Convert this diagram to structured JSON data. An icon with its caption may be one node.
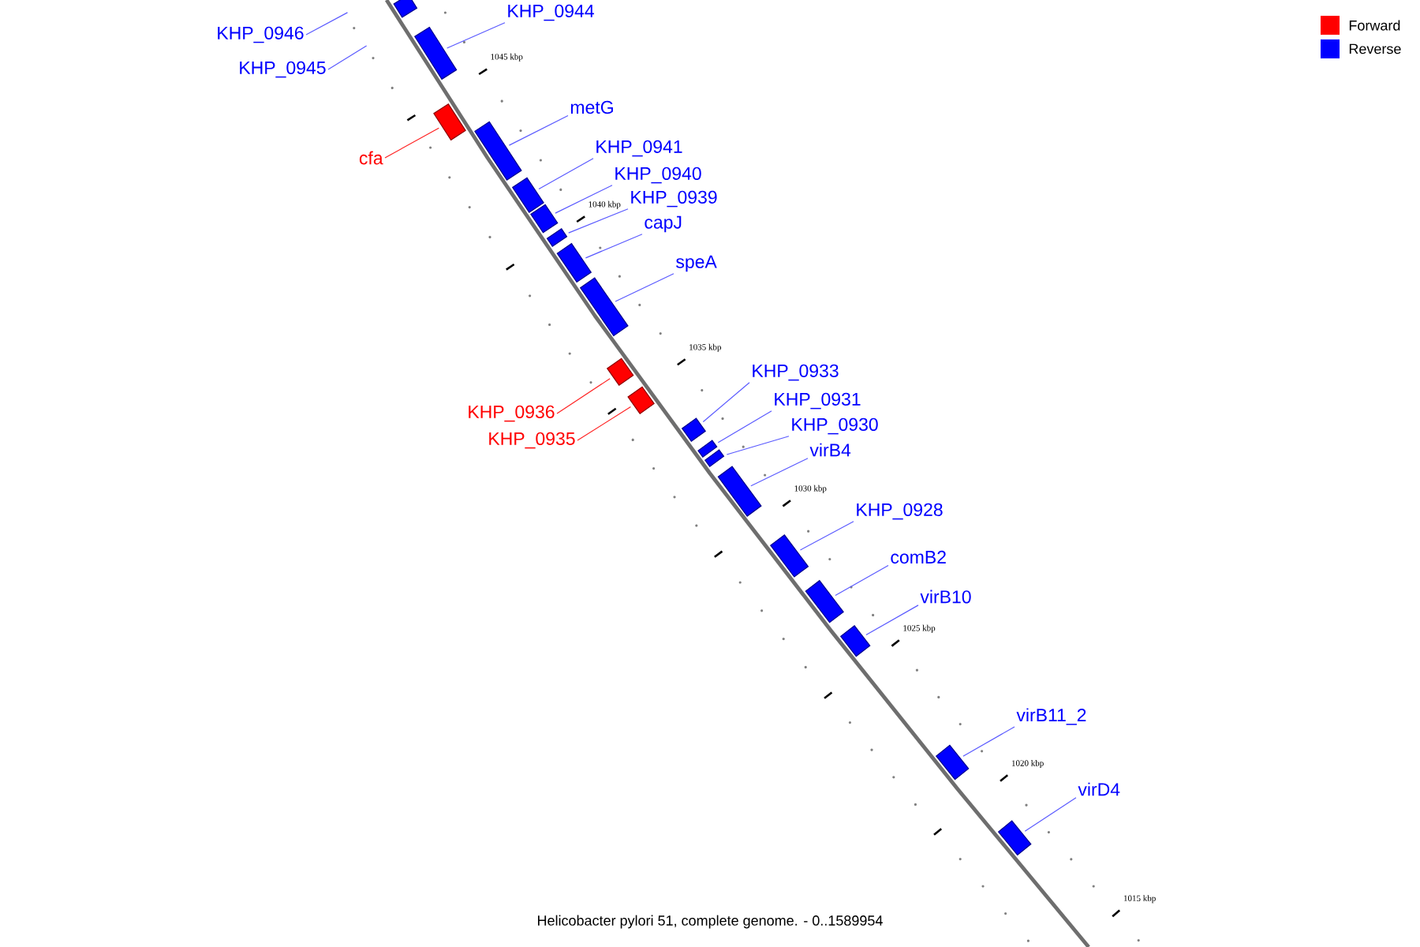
{
  "diagram": {
    "caption": "Helicobacter pylori 51, complete genome. - 0..1589954",
    "nodes": [
      {
        "text": [],
        "shape": "box"
      },
      {
        "text": [],
        "shape": "box"
      },
      {
        "text": [],
        "shape": "box"
      },
      {
        "text": [],
        "shape": "box"
      },
      {
        "text": [],
        "shape": "box"
      },
      {
        "text": [],
        "shape": "box"
      },
      {
        "text": [],
        "shape": "box"
      },
      {
        "text": [],
        "shape": "box"
      },
      {
        "text": [],
        "shape": "box"
      },
      {
        "text": [],
        "shape": "box"
      },
      {
        "text": [],
        "shape": "box"
      },
      {
        "text": [],
        "shape": "box"
      },
      {
        "text": [],
        "shape": "box"
      },
      {
        "text": [],
        "shape": "box"
      },
      {
        "text": [],
        "shape": "box"
      },
      {
        "text": [],
        "shape": "box"
      },
      {
        "text": [],
        "shape": "box"
      },
      {
        "text": [],
        "shape": "box"
      },
      {
        "text": [],
        "shape": "box"
      },
      {
        "text": [],
        "shape": "box"
      },
      {
        "text": [
          "KHP_0946"
        ]
      },
      {
        "text": [
          "KHP_0944"
        ]
      },
      {
        "text": [
          "KHP_0945"
        ]
      },
      {
        "text": [
          "metG"
        ]
      },
      {
        "text": [
          "cfa"
        ]
      },
      {
        "text": [
          "KHP_0941"
        ]
      },
      {
        "text": [
          "KHP_0940"
        ]
      },
      {
        "text": [
          "KHP_0939"
        ]
      },
      {
        "text": [
          "capJ"
        ]
      },
      {
        "text": [
          "speA"
        ]
      },
      {
        "text": [
          "KHP_0933"
        ]
      },
      {
        "text": [
          "KHP_0931"
        ]
      },
      {
        "text": [
          "KHP_0936"
        ]
      },
      {
        "text": [
          "KHP_0930"
        ]
      },
      {
        "text": [
          "KHP_0935"
        ]
      },
      {
        "text": [
          "virB4"
        ]
      },
      {
        "text": [
          "KHP_0928"
        ]
      },
      {
        "text": [
          "comB2"
        ]
      },
      {
        "text": [
          "virB10"
        ]
      },
      {
        "text": [
          "virB11_2"
        ]
      },
      {
        "text": [
          "virD4"
        ]
      }
    ],
    "edges": [
      {
        "from": 20,
        "to": null,
        "arrow": "none"
      },
      {
        "from": 21,
        "to": 1,
        "arrow": "none"
      },
      {
        "from": 22,
        "to": null,
        "arrow": "none"
      },
      {
        "from": 23,
        "to": 3,
        "arrow": "none"
      },
      {
        "from": 24,
        "to": 2,
        "arrow": "none",
        "color": "#ff2020"
      },
      {
        "from": 25,
        "to": 4,
        "arrow": "none"
      },
      {
        "from": 26,
        "to": 5,
        "arrow": "none"
      },
      {
        "from": 27,
        "to": 6,
        "arrow": "none"
      },
      {
        "from": 28,
        "to": 7,
        "arrow": "none"
      },
      {
        "from": 29,
        "to": 8,
        "arrow": "none"
      },
      {
        "from": 30,
        "to": 11,
        "arrow": "none"
      },
      {
        "from": 31,
        "to": 12,
        "arrow": "none"
      },
      {
        "from": 32,
        "to": 9,
        "arrow": "none",
        "color": "#ff2020"
      },
      {
        "from": 33,
        "to": 13,
        "arrow": "none"
      },
      {
        "from": 34,
        "to": 10,
        "arrow": "none",
        "color": "#ff2020"
      },
      {
        "from": 35,
        "to": 14,
        "arrow": "none"
      },
      {
        "from": 36,
        "to": 15,
        "arrow": "none"
      },
      {
        "from": 37,
        "to": 16,
        "arrow": "none"
      },
      {
        "from": 38,
        "to": 17,
        "arrow": "none"
      },
      {
        "from": 39,
        "to": 18,
        "arrow": "none"
      },
      {
        "from": 40,
        "to": 19,
        "arrow": "none"
      }
    ],
    "labels": [
      "1045 kbp",
      "1040 kbp",
      "1035 kbp",
      "1030 kbp",
      "1025 kbp",
      "1020 kbp",
      "1015 kbp"
    ],
    "legend": [
      {
        "text": "Forward",
        "color": "#ff0000"
      },
      {
        "text": "Reverse",
        "color": "#0000ff"
      }
    ]
  }
}
